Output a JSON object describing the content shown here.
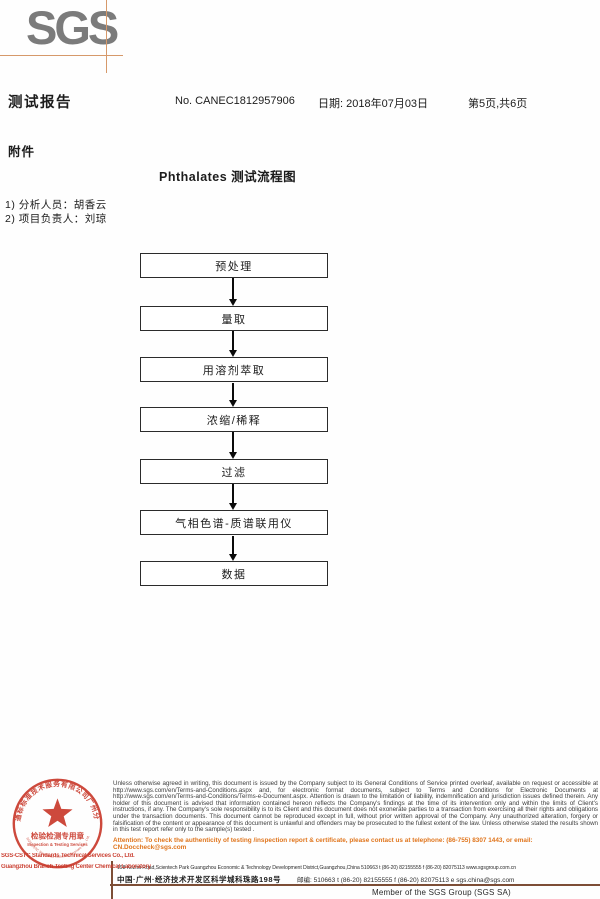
{
  "logo": {
    "text": "SGS"
  },
  "header": {
    "title": "测试报告",
    "report_no": "No. CANEC1812957906",
    "date": "日期: 2018年07月03日",
    "page": "第5页,共6页"
  },
  "attachment_label": "附件",
  "flowchart": {
    "title": "Phthalates 测试流程图",
    "personnel": [
      "1) 分析人员：胡香云",
      "2) 项目负责人：刘琼"
    ],
    "steps": [
      "预处理",
      "量取",
      "用溶剂萃取",
      "浓缩/稀释",
      "过滤",
      "气相色谱-质谱联用仪",
      "数据"
    ]
  },
  "stamp": {
    "ring_text": "通标标准技术服务有限公司广州分公司",
    "ring_text_bottom": "SGS-CSTC Standards Technical Services Co., Ltd.",
    "inner_line1": "检验检测专用章",
    "inner_line2": "Inspection & Testing Services",
    "caption_line1": "SGS-CSTC Standards Technical Services Co., Ltd.",
    "caption_line2": "Guangzhou Branch Testing Center Chemical Laboratory"
  },
  "footer": {
    "disclaimer": "Unless otherwise agreed in writing, this document is issued by the Company subject to its General Conditions of Service printed overleaf, available on request or accessible at http://www.sgs.com/en/Terms-and-Conditions.aspx and, for electronic format documents, subject to Terms and Conditions for Electronic Documents at http://www.sgs.com/en/Terms-and-Conditions/Terms-e-Document.aspx. Attention is drawn to the limitation of liability, indemnification and jurisdiction issues defined therein. Any holder of this document is advised that information contained hereon reflects the Company's findings at the time of its intervention only and within the limits of Client's instructions, if any. The Company's sole responsibility is to its Client and this document does not exonerate parties to a transaction from exercising all their rights and obligations under the transaction documents. This document cannot be reproduced except in full, without prior written approval of the Company. Any unauthorized alteration, forgery or falsification of the content or appearance of this document is unlawful and offenders may be prosecuted to the fullest extent of the law. Unless otherwise stated the results shown in this test report refer only to the sample(s) tested .",
    "attention": "Attention: To check the authenticity of testing /inspection report & certificate, please contact us at telephone: (86-755) 8307 1443, or email: CN.Doccheck@sgs.com",
    "address_line1": "198 Kezhu Road,Scientech Park Guangzhou Economic & Technology Development District,Guangzhou,China 510663    t (86-20) 82155555   f (86-20) 82075113    www.sgsgroup.com.cn",
    "address_cn": "中国·广州·经济技术开发区科学城科珠路198号",
    "address_cn_rest": "邮编: 510663   t (86-20) 82155555   f (86-20) 82075113   e sgs.china@sgs.com",
    "member_text": "Member of the SGS Group (SGS SA)"
  },
  "colors": {
    "accent_orange": "#e0751c",
    "stamp_red": "#c93a2c",
    "logo_gray": "#7b7b7b",
    "crop_line": "#d6996a",
    "footer_line": "#7d4e36"
  }
}
